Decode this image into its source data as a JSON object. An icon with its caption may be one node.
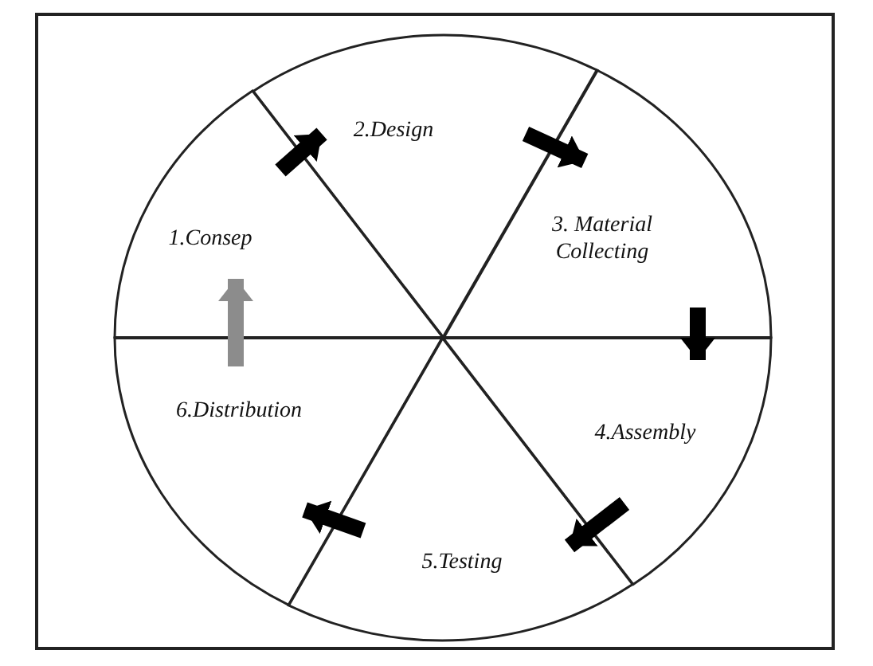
{
  "diagram": {
    "nodes": [
      {
        "text": [
          "1.Consep"
        ]
      },
      {
        "text": [
          "2.Design"
        ]
      },
      {
        "text": [
          "3. Material Collecting"
        ]
      },
      {
        "text": [
          "4.Assembly"
        ]
      },
      {
        "text": [
          "5.Testing"
        ]
      },
      {
        "text": [
          "6.Distribution"
        ]
      }
    ],
    "edges": [
      {
        "from": 0,
        "to": 1,
        "arrow": "to"
      },
      {
        "from": 1,
        "to": 2,
        "arrow": "to"
      },
      {
        "from": 2,
        "to": 3,
        "arrow": "to"
      },
      {
        "from": 3,
        "to": 4,
        "arrow": "to"
      },
      {
        "from": 4,
        "to": 5,
        "arrow": "to"
      },
      {
        "from": 5,
        "to": 0,
        "arrow": "to",
        "color": "#8c8c8c"
      }
    ]
  }
}
